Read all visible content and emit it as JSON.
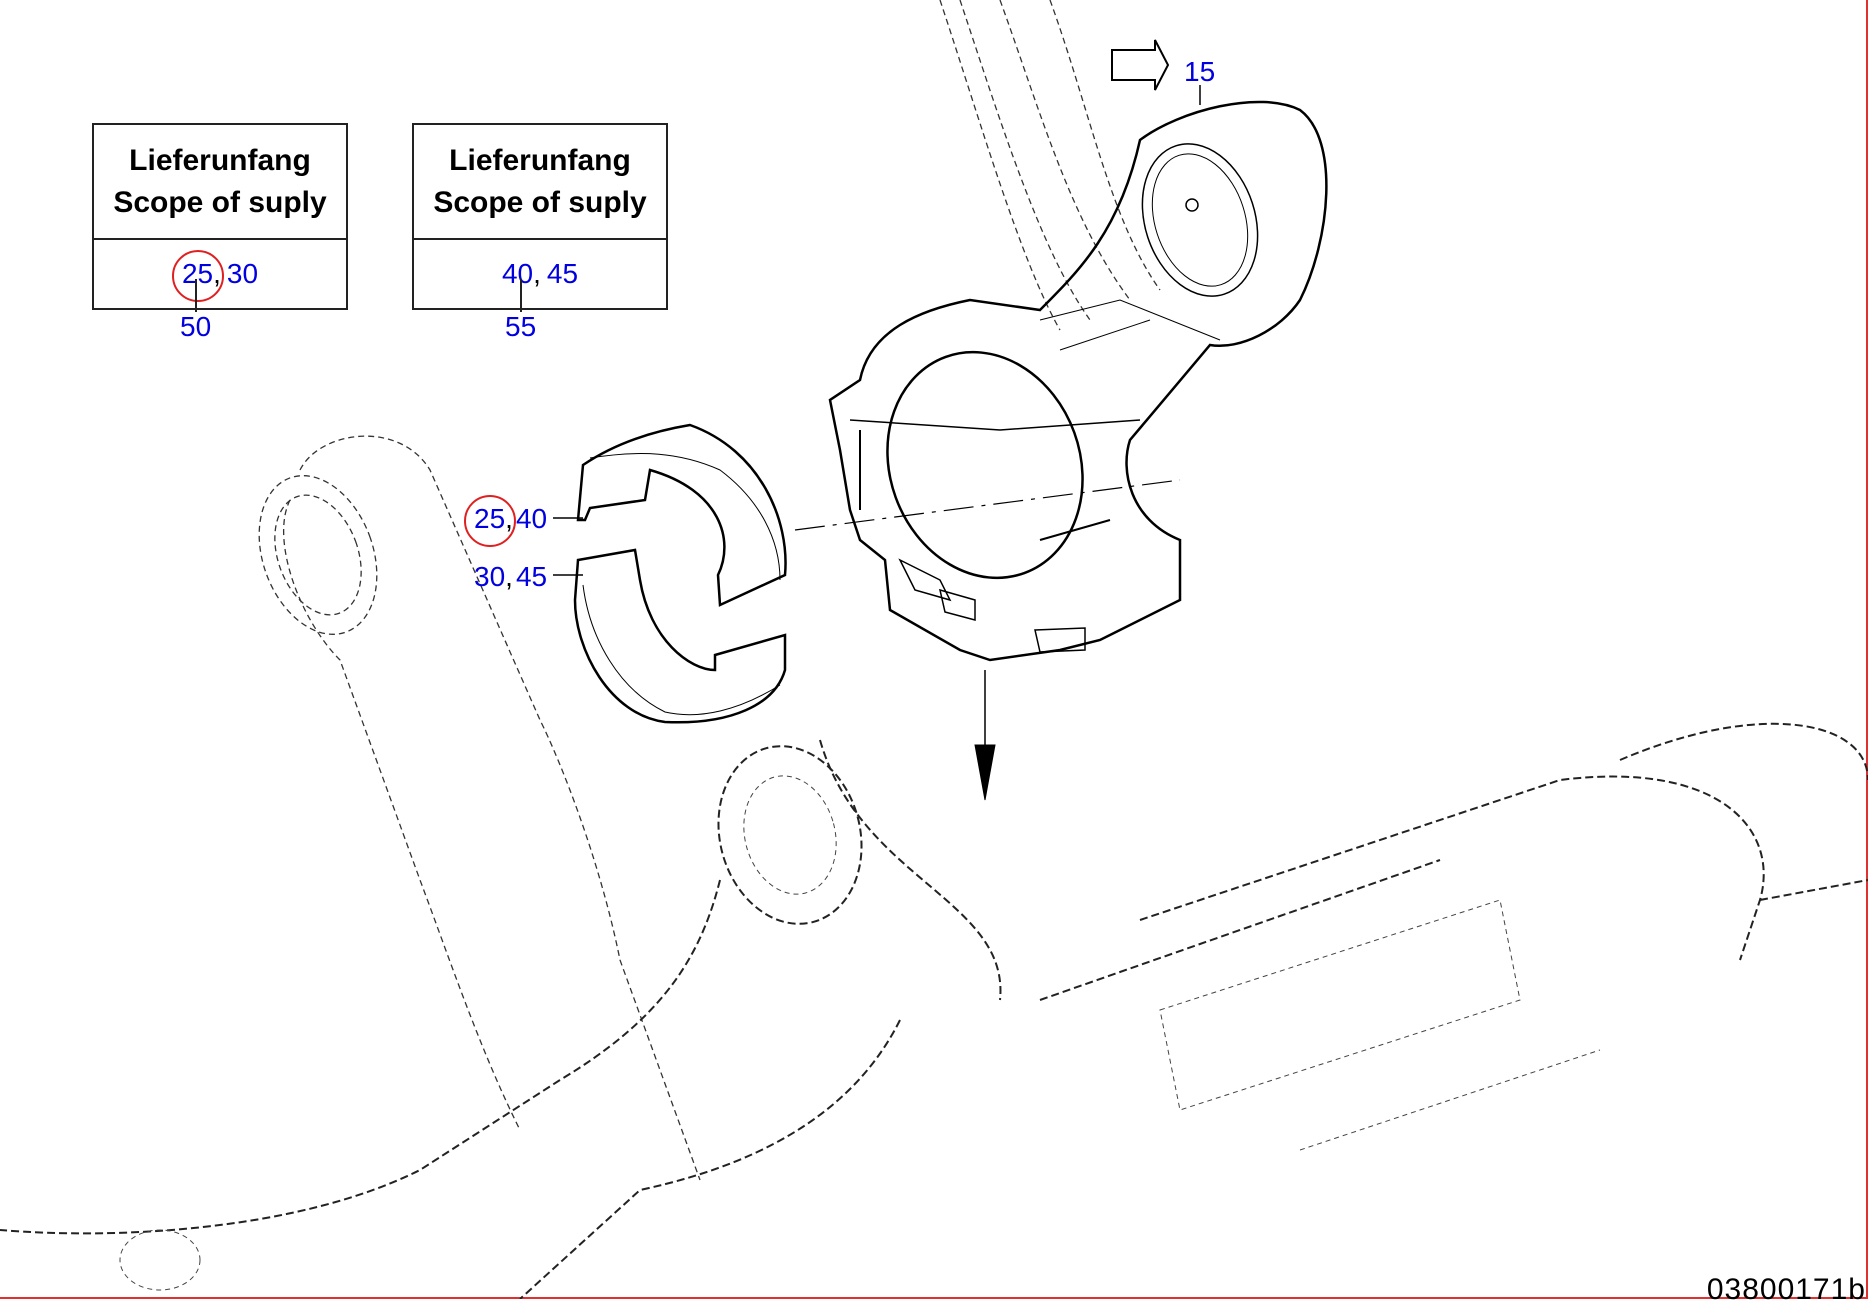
{
  "boxes": [
    {
      "title_de": "Lieferunfang",
      "title_en": "Scope of suply",
      "refs": [
        "25",
        "30"
      ],
      "callout": "50"
    },
    {
      "title_de": "Lieferunfang",
      "title_en": "Scope of suply",
      "refs": [
        "40",
        "45"
      ],
      "callout": "55"
    }
  ],
  "callouts": {
    "rod": "15",
    "upper_shell": [
      "25",
      "40"
    ],
    "lower_shell": [
      "30",
      "45"
    ]
  },
  "drawing_number": "03800171b",
  "colors": {
    "callout": "#0000e0",
    "highlight": "#e02020",
    "line": "#000000"
  }
}
